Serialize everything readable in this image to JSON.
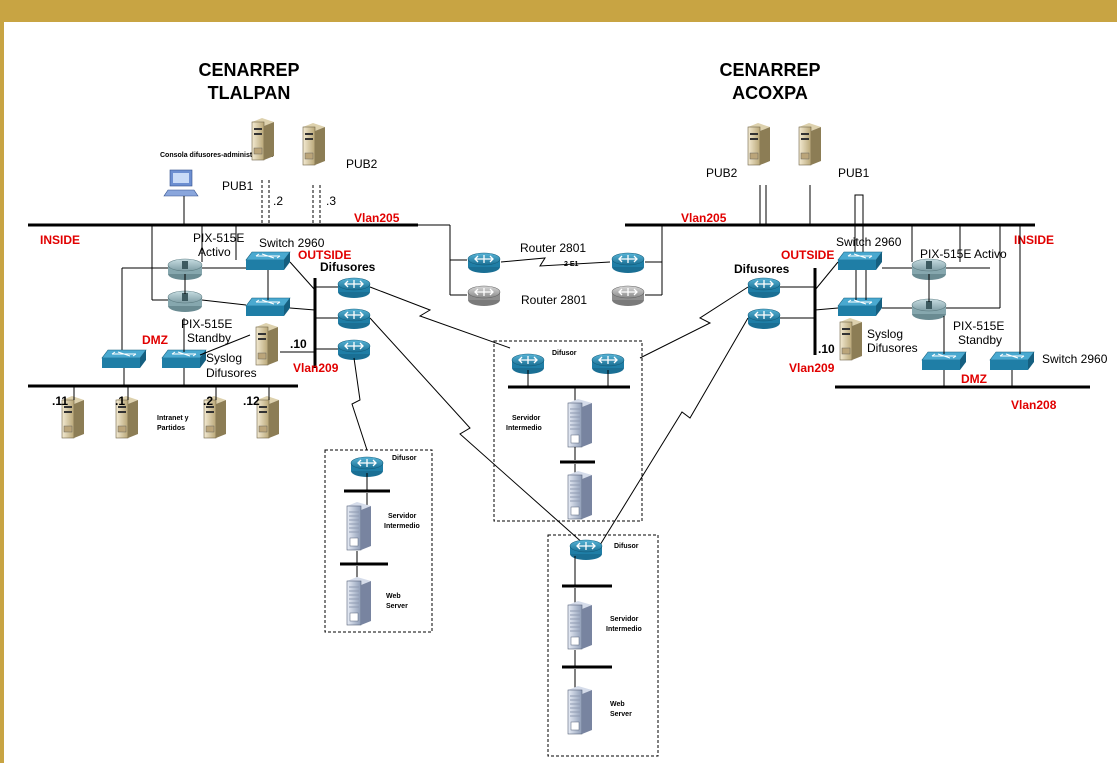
{
  "colors": {
    "accent_bar": "#c8a443",
    "vlan_label": "#e10000",
    "router": "#2b8fb8",
    "switch": "#2b8fb8"
  },
  "sites": {
    "tlalpan": {
      "title_line1": "CENARREP",
      "title_line2": "TLALPAN"
    },
    "acoxpa": {
      "title_line1": "CENARREP",
      "title_line2": "ACOXPA"
    }
  },
  "left": {
    "console": "Consola difusores-administracion",
    "pub1": "PUB1",
    "pub2": "PUB2",
    "ip_pub1": ".2",
    "ip_pub2": ".3",
    "vlan205": "Vlan205",
    "inside": "INSIDE",
    "outside": "OUTSIDE",
    "pix_active_l1": "PIX-515E",
    "pix_active_l2": "Activo",
    "switch": "Switch 2960",
    "pix_standby_l1": "PIX-515E",
    "pix_standby_l2": "Standby",
    "dmz": "DMZ",
    "syslog_l1": "Syslog",
    "syslog_l2": "Difusores",
    "ip_syslog": ".10",
    "vlan209": "Vlan209",
    "difusores": "Difusores",
    "ip_11": ".11",
    "ip_1": ".1",
    "ip_2": ".2",
    "ip_12": ".12",
    "intranet_l1": "Intranet y",
    "intranet_l2": "Partidos"
  },
  "center": {
    "router_a": "Router 2801",
    "e1": "2 E1",
    "router_b": "Router 2801"
  },
  "right": {
    "pub2": "PUB2",
    "pub1": "PUB1",
    "vlan205": "Vlan205",
    "outside": "OUTSIDE",
    "switch": "Switch 2960",
    "pix_active": "PIX-515E Activo",
    "inside": "INSIDE",
    "difusores": "Difusores",
    "ip_syslog": ".10",
    "syslog_l1": "Syslog",
    "syslog_l2": "Difusores",
    "pix_standby_l1": "PIX-515E",
    "pix_standby_l2": "Standby",
    "switch_b": "Switch 2960",
    "vlan209": "Vlan209",
    "dmz": "DMZ",
    "vlan208": "Vlan208"
  },
  "remote_mid": {
    "difusor": "Difusor",
    "server_l1": "Servidor",
    "server_l2": "Intermedio"
  },
  "remote_left": {
    "difusor": "Difusor",
    "server_l1": "Servidor",
    "server_l2": "Intermedio",
    "web_l1": "Web",
    "web_l2": "Server"
  },
  "remote_bottom": {
    "difusor": "Difusor",
    "server_l1": "Servidor",
    "server_l2": "Intermedio",
    "web_l1": "Web",
    "web_l2": "Server"
  }
}
